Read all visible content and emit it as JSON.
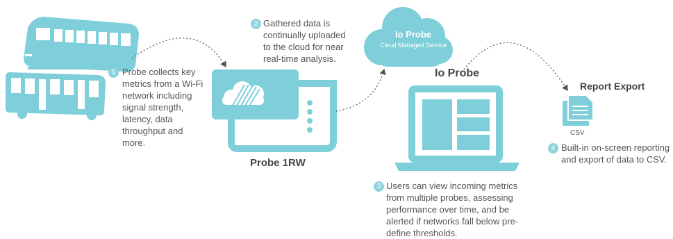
{
  "steps": [
    {
      "number": "1",
      "text": "Probe collects key metrics from a Wi-Fi network including signal strength, latency, data throughput and more."
    },
    {
      "number": "2",
      "text": "Gathered data is continually uploaded to the cloud for near real-time analysis."
    },
    {
      "number": "3",
      "text": "Users can view incoming metrics from multiple probes, assessing performance over time, and be alerted if networks fall below pre-define thresholds."
    },
    {
      "number": "4",
      "text": "Built-in on-screen reporting and export of data to CSV."
    }
  ],
  "labels": {
    "probe": "Probe 1RW",
    "cloud_title": "Io Probe",
    "cloud_subtitle": "Cloud Managed Service",
    "laptop_title": "Io Probe",
    "report_title": "Report Export",
    "csv": "CSV"
  },
  "colors": {
    "accent": "#7ecfd9",
    "step_bubble": "#8fd3dc",
    "text": "#555555",
    "arrow": "#555555"
  },
  "icons": [
    "tram-icon",
    "bus-icon",
    "probe-device-icon",
    "cloud-icon",
    "laptop-icon",
    "csv-document-icon"
  ]
}
